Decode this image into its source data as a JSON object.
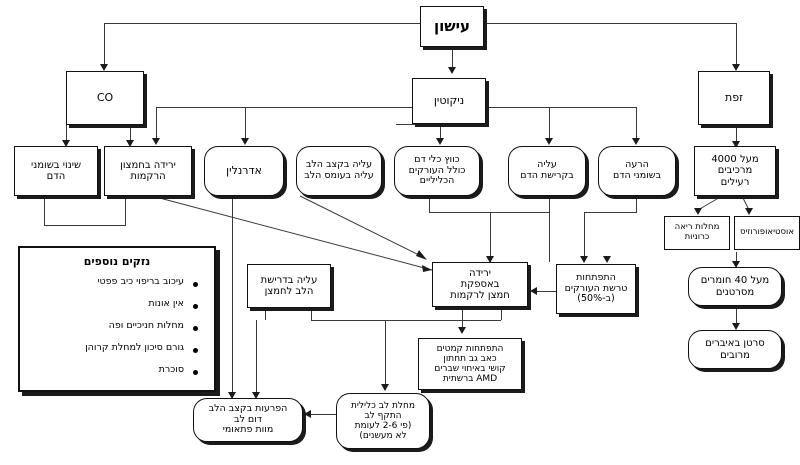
{
  "diagram": {
    "title": "עישון",
    "language": "he",
    "type": "flowchart",
    "colors": {
      "box_fill": "#ffffff",
      "box_border": "#111111",
      "shadow": "#1b1b1b",
      "connector": "#3a3a3a",
      "text": "#000000"
    },
    "nodes": {
      "smoking": "עישון",
      "co": "CO",
      "nicotine": "ניקוטין",
      "tar": "זפת",
      "blood_lipids_change": "שינוי בשומני\nהדם",
      "tissue_oxygenation_drop": "ירידה בחמצון\nהרקמות",
      "adrenaline": "אדרנלין",
      "heart_rate_load": "עליה בקצב הלב\nעליה בעומס הלב",
      "vasoconstriction": "כווץ  כלי דם\nכולל העורקים\nהכליליים",
      "blood_clotting": "עליה\nבקרישת הדם",
      "blood_lipids_worse": "הרעה\nבשומני הדם",
      "toxic_components": "מעל 4000\nמרכיבים\nרעילים",
      "chronic_lung": "מחלות ריאה\nכרוניות",
      "osteoporosis": "אוסטיאופורוזיס",
      "carcinogens": "מעל 40 חומרים\nמסרטנים",
      "multi_organ_cancer": "סרטן באיברים\nמרובים",
      "oxygen_demand": "עליה  בדרישת\nהלב לחמצן",
      "oxygen_supply_drop": "ירידה\nבאספקת\nחמצן לרקמות",
      "atherosclerosis": "התפתחות\nטרשת העורקים\n(ב-50%)",
      "wrinkles_etc": "התפתחות קמטים\nכאב גב תחתון\nקושי באיחוי שברים\nAMD  ברשתית",
      "arrhythmia": "הפרעות בקצב הלב\nדום לב\nמוות פתאומי",
      "coronary_disease": "מחלת לב כלילית\nהתקף לב\n(פי 2-6 לעומת\nלא מעשנים)"
    },
    "info_panel": {
      "title": "נזקים נוספים",
      "items": [
        "עיכוב בריפוי כיב פפטי",
        "אין אונות",
        "מחלות חניכיים ופה",
        "גורם סיכון למחלת קרוהן",
        "סוכרת"
      ]
    }
  }
}
